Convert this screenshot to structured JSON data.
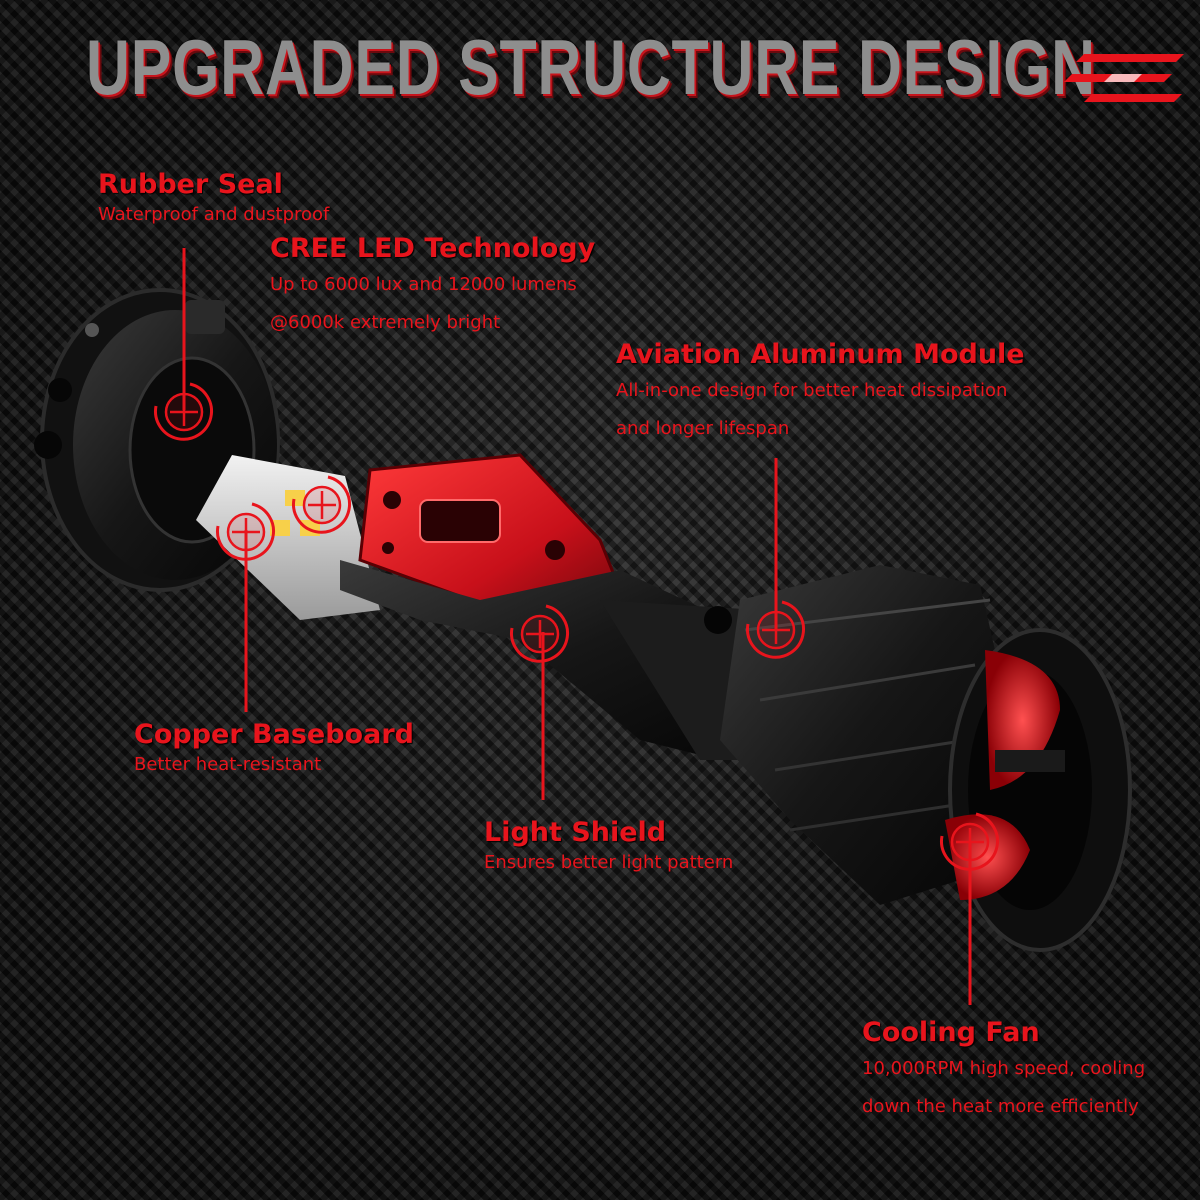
{
  "title": "UPGRADED STRUCTURE DESIGN",
  "colors": {
    "accent": "#e8141c",
    "background": "#141414",
    "title_gray": "#8e8e8e"
  },
  "icons": [
    "crosshair-marker-icon",
    "stripes-logo-icon"
  ],
  "callouts": {
    "rubber_seal": {
      "heading": "Rubber Seal",
      "lines": [
        "Waterproof and dustproof"
      ]
    },
    "cree_led": {
      "heading": "CREE LED Technology",
      "lines": [
        "Up to 6000 lux and 12000 lumens",
        "@6000k extremely bright"
      ]
    },
    "aviation_aluminum": {
      "heading": "Aviation Aluminum Module",
      "lines": [
        "All-in-one design for better heat dissipation",
        "and longer lifespan"
      ]
    },
    "copper_baseboard": {
      "heading": "Copper Baseboard",
      "lines": [
        "Better heat-resistant"
      ]
    },
    "light_shield": {
      "heading": "Light Shield",
      "lines": [
        "Ensures better light pattern"
      ]
    },
    "cooling_fan": {
      "heading": "Cooling Fan",
      "lines": [
        "10,000RPM high speed, cooling",
        "down the heat more efficiently"
      ]
    }
  }
}
